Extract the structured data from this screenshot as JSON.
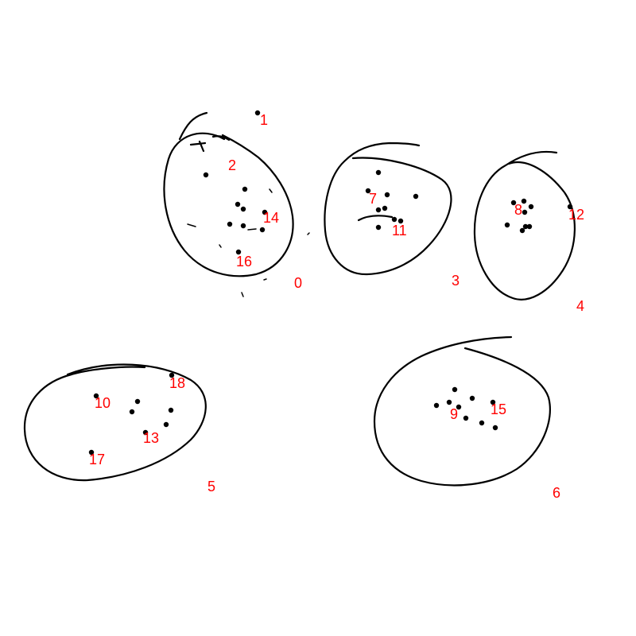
{
  "colors": {
    "ink": "#000000",
    "label": "#ff0000",
    "background": "#ffffff"
  },
  "clusters": [
    {
      "id": "cluster-0",
      "label": "0"
    },
    {
      "id": "cluster-3",
      "label": "3"
    },
    {
      "id": "cluster-4",
      "label": "4"
    },
    {
      "id": "cluster-5",
      "label": "5"
    },
    {
      "id": "cluster-6",
      "label": "6"
    }
  ],
  "point_labels": [
    "1",
    "2",
    "7",
    "8",
    "9",
    "10",
    "11",
    "12",
    "13",
    "14",
    "15",
    "16",
    "17",
    "18"
  ]
}
